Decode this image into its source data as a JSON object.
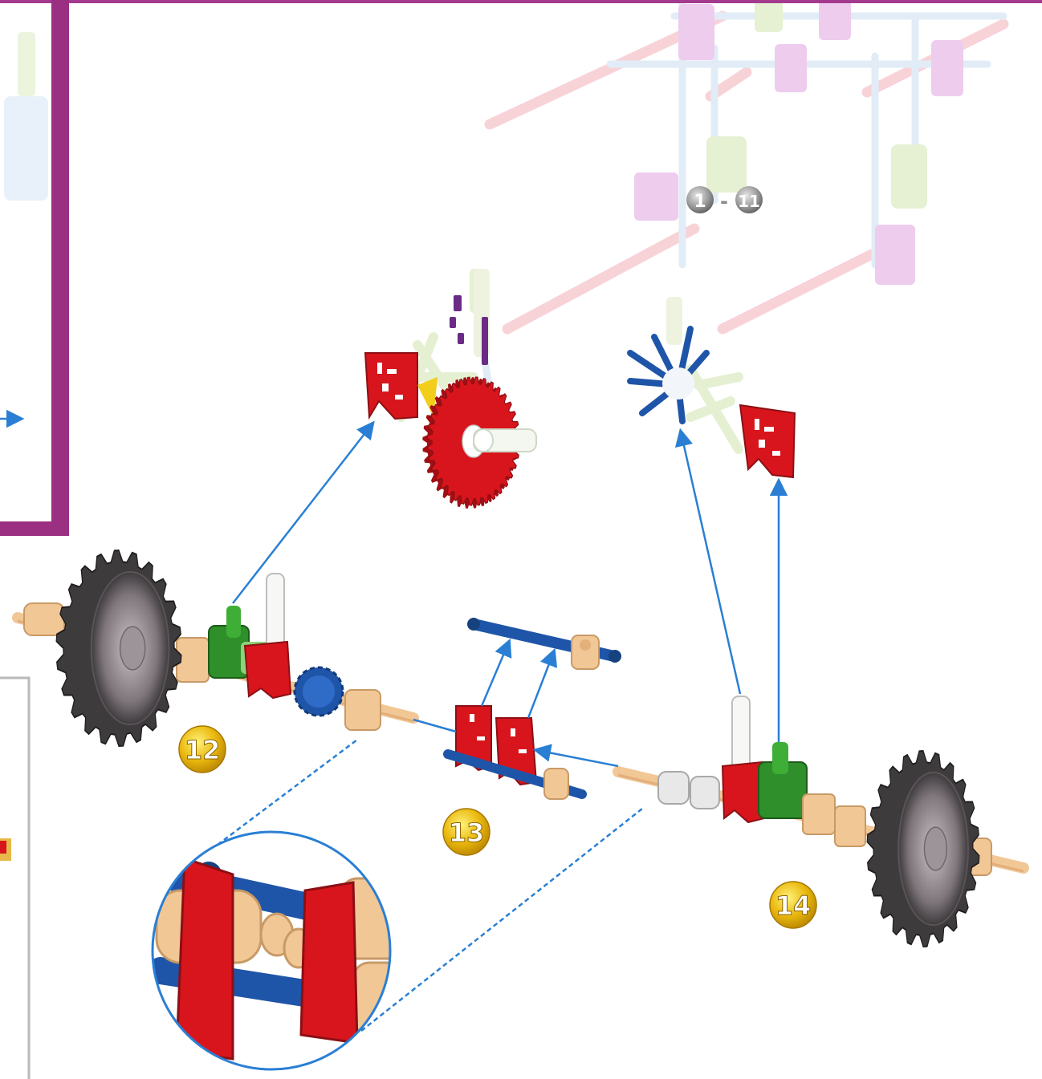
{
  "steps": [
    {
      "id": "step-12",
      "label": "12",
      "kind": "yellow"
    },
    {
      "id": "step-13",
      "label": "13",
      "kind": "yellow"
    },
    {
      "id": "step-14",
      "label": "14",
      "kind": "yellow"
    }
  ],
  "range": {
    "from": "1",
    "to": "11",
    "separator": "-"
  },
  "colors": {
    "frame_purple": "#9b2f82",
    "arrow_blue": "#2a7fd4",
    "rod_blue": "#1f55a8",
    "connector_red": "#d8151c",
    "connector_green": "#2f8f2a",
    "tan": "#f2c796",
    "tire": "#3e3b3d",
    "badge_yellow": "#e9b80e",
    "badge_gray": "#9a9a9a",
    "faded_model": "#f4c9cf",
    "faded_purple": "#e6c0e6",
    "faded_green": "#dcedc0"
  }
}
